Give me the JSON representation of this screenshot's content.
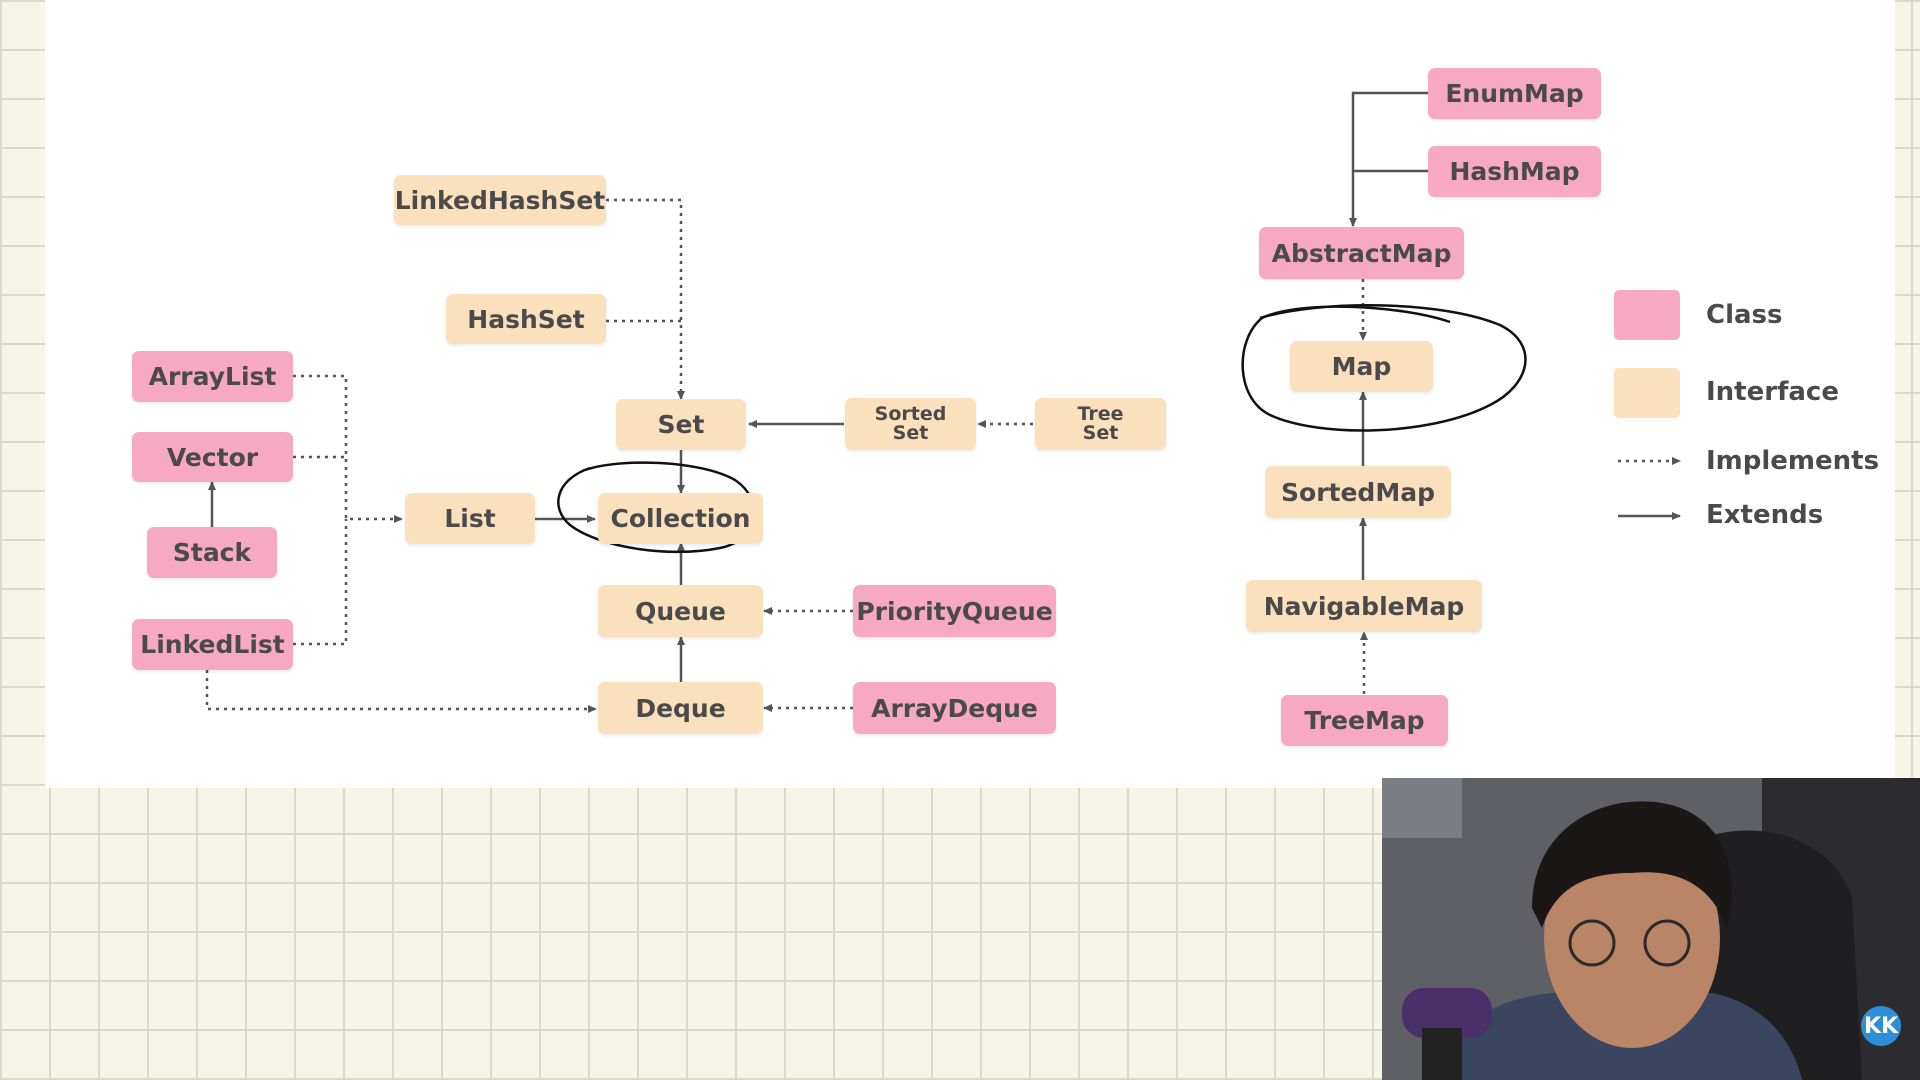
{
  "nodes": {
    "linkedhashset": "LinkedHashSet",
    "hashset": "HashSet",
    "arraylist": "ArrayList",
    "vector": "Vector",
    "stack": "Stack",
    "linkedlist": "LinkedList",
    "list": "List",
    "set": "Set",
    "collection": "Collection",
    "queue": "Queue",
    "deque": "Deque",
    "sortedset_line1": "Sorted",
    "sortedset_line2": "Set",
    "treeset_line1": "Tree",
    "treeset_line2": "Set",
    "priorityqueue": "PriorityQueue",
    "arraydeque": "ArrayDeque",
    "enummap": "EnumMap",
    "hashmap": "HashMap",
    "abstractmap": "AbstractMap",
    "map": "Map",
    "sortedmap": "SortedMap",
    "navigablemap": "NavigableMap",
    "treemap": "TreeMap"
  },
  "legend": {
    "class_label": "Class",
    "interface_label": "Interface",
    "implements_label": "Implements",
    "extends_label": "Extends"
  },
  "colors": {
    "class": "#f7a8c2",
    "interface": "#fbe0bd",
    "arrow": "#555555",
    "annotation_ink": "#111111"
  },
  "webcam": {
    "logo_text": "KK"
  }
}
